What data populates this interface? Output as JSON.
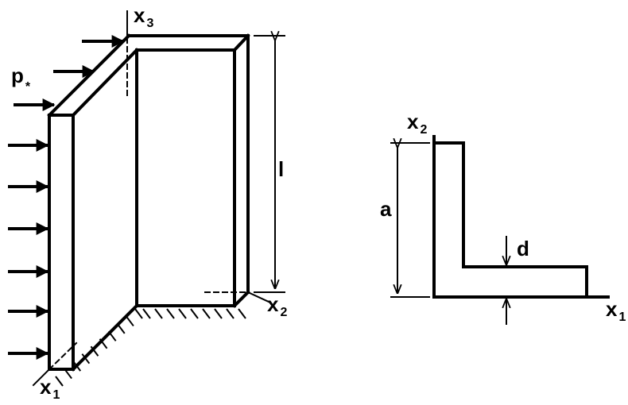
{
  "left_figure": {
    "load": {
      "letter": "p",
      "subscript": "*"
    },
    "axes": {
      "x1": {
        "letter": "x",
        "subscript": "1"
      },
      "x2": {
        "letter": "x",
        "subscript": "2"
      },
      "x3": {
        "letter": "x",
        "subscript": "3"
      }
    },
    "length": "l"
  },
  "right_figure": {
    "axes": {
      "x1": {
        "letter": "x",
        "subscript": "1"
      },
      "x2": {
        "letter": "x",
        "subscript": "2"
      }
    },
    "height": "a",
    "thickness": "d"
  },
  "colors": {
    "ink": "#000000",
    "background": "#ffffff"
  }
}
